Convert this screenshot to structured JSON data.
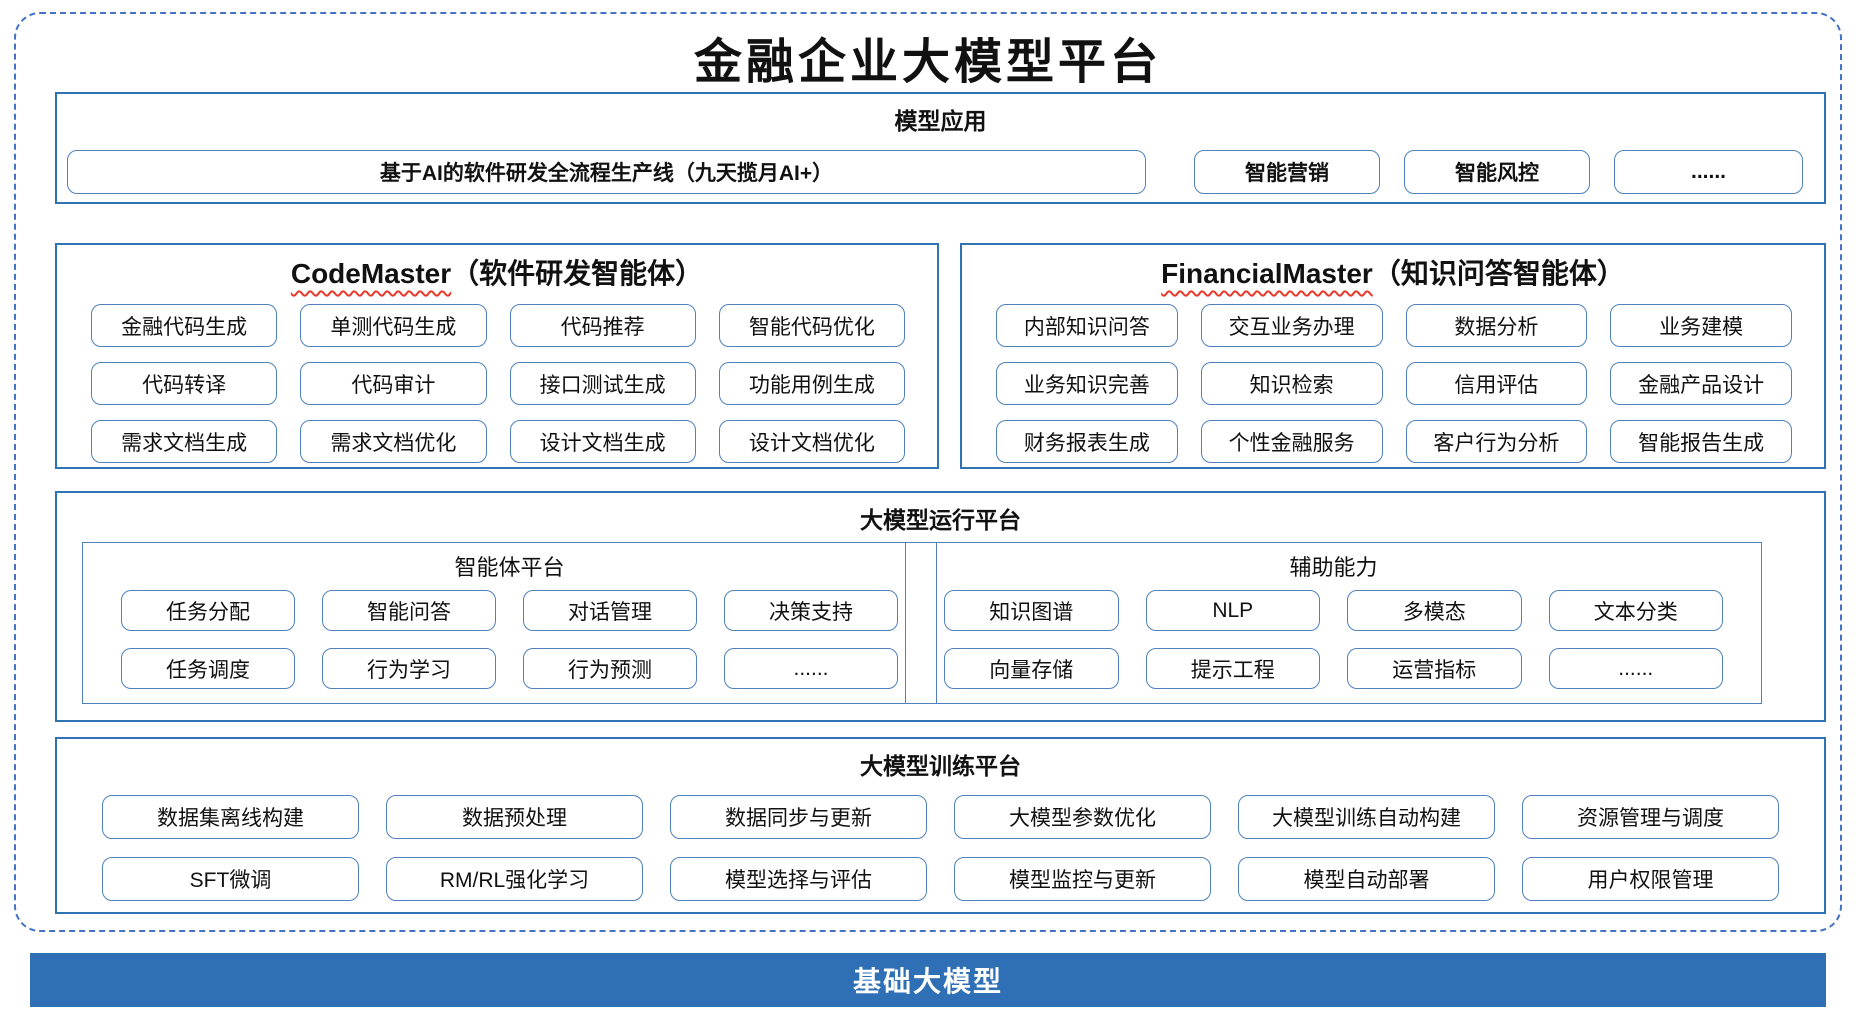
{
  "title": "金融企业大模型平台",
  "applications": {
    "header": "模型应用",
    "pipeline": "基于AI的软件研发全流程生产线（九天揽月AI+）",
    "items": [
      "智能营销",
      "智能风控",
      "......"
    ]
  },
  "agents": [
    {
      "name": "CodeMaster",
      "subtitle": "（软件研发智能体）",
      "items": [
        "金融代码生成",
        "单测代码生成",
        "代码推荐",
        "智能代码优化",
        "代码转译",
        "代码审计",
        "接口测试生成",
        "功能用例生成",
        "需求文档生成",
        "需求文档优化",
        "设计文档生成",
        "设计文档优化"
      ]
    },
    {
      "name": "FinancialMaster",
      "subtitle": "（知识问答智能体）",
      "items": [
        "内部知识问答",
        "交互业务办理",
        "数据分析",
        "业务建模",
        "业务知识完善",
        "知识检索",
        "信用评估",
        "金融产品设计",
        "财务报表生成",
        "个性金融服务",
        "客户行为分析",
        "智能报告生成"
      ]
    }
  ],
  "runtime": {
    "header": "大模型运行平台",
    "groups": [
      {
        "name": "智能体平台",
        "items": [
          "任务分配",
          "智能问答",
          "对话管理",
          "决策支持",
          "任务调度",
          "行为学习",
          "行为预测",
          "......"
        ]
      },
      {
        "name": "辅助能力",
        "items": [
          "知识图谱",
          "NLP",
          "多模态",
          "文本分类",
          "向量存储",
          "提示工程",
          "运营指标",
          "......"
        ]
      }
    ]
  },
  "training": {
    "header": "大模型训练平台",
    "items": [
      "数据集离线构建",
      "数据预处理",
      "数据同步与更新",
      "大模型参数优化",
      "大模型训练自动构建",
      "资源管理与调度",
      "SFT微调",
      "RM/RL强化学习",
      "模型选择与评估",
      "模型监控与更新",
      "模型自动部署",
      "用户权限管理"
    ]
  },
  "foundation": {
    "label": "基础大模型"
  },
  "colors": {
    "section_border": "#2E74B5",
    "item_border": "#4E81BD",
    "outer_dashed": "#4472C4",
    "foundation_bg": "#2E6FB5",
    "underline_red": "#E8392B"
  }
}
